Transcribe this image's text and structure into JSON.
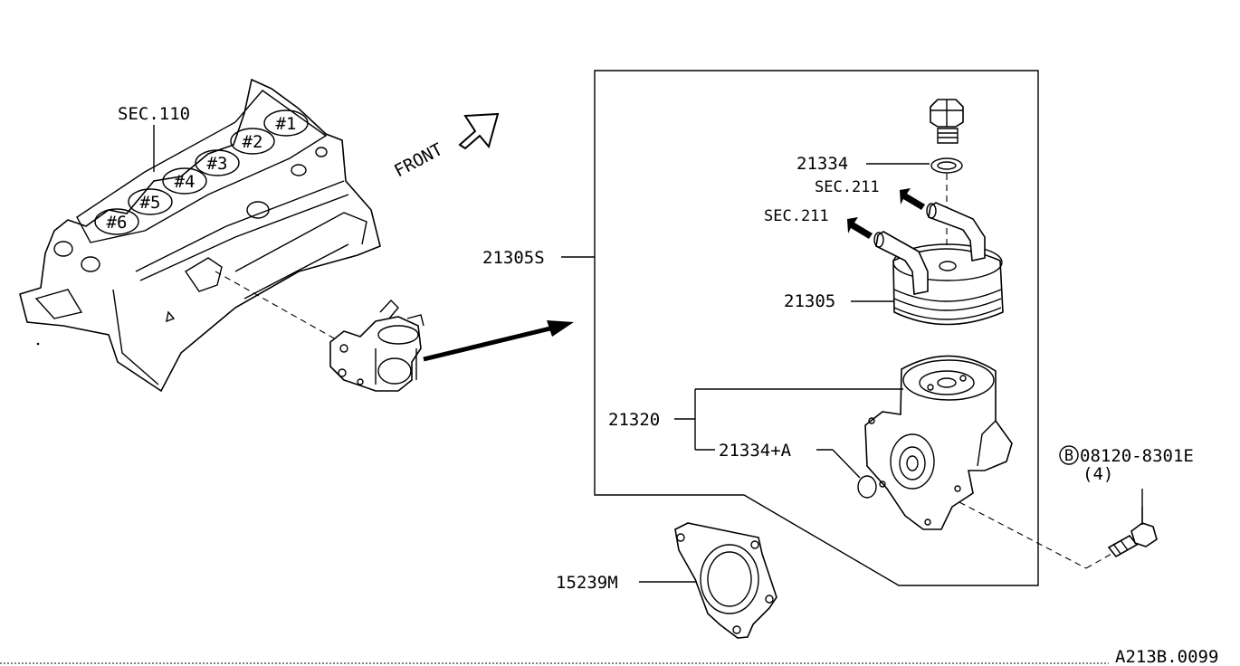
{
  "diagram": {
    "labels": {
      "sec110": "SEC.110",
      "front": "FRONT",
      "cyl1": "#1",
      "cyl2": "#2",
      "cyl3": "#3",
      "cyl4": "#4",
      "cyl5": "#5",
      "cyl6": "#6",
      "assy": "21305S",
      "washer": "21334",
      "sec211_a": "SEC.211",
      "sec211_b": "SEC.211",
      "cooler": "21305",
      "housing": "21320",
      "oring": "21334+A",
      "bolt_marker": "B",
      "bolt": "08120-8301E",
      "bolt_qty": "(4)",
      "gasket": "15239M",
      "ref": "A213B.0099"
    }
  }
}
